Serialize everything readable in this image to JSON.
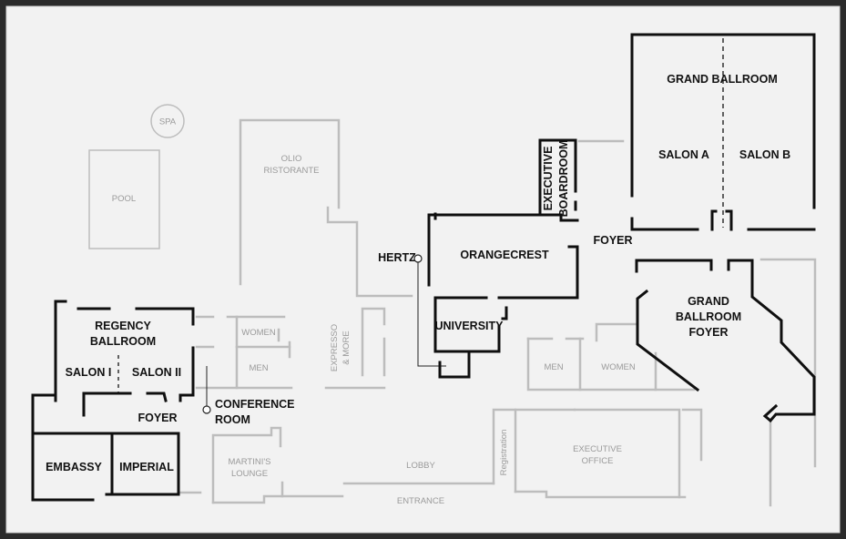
{
  "rooms": {
    "grand_ballroom": "GRAND BALLROOM",
    "salon_a": "SALON A",
    "salon_b": "SALON B",
    "executive": "EXECUTIVE",
    "boardroom": "BOARDROOM",
    "foyer_main": "FOYER",
    "orangecrest": "ORANGECREST",
    "hertz": "HERTZ",
    "university": "UNIVERSITY",
    "grand_ballroom_foyer_1": "GRAND",
    "grand_ballroom_foyer_2": "BALLROOM",
    "grand_ballroom_foyer_3": "FOYER",
    "regency_1": "REGENCY",
    "regency_2": "BALLROOM",
    "salon_i": "SALON I",
    "salon_ii": "SALON II",
    "foyer_west": "FOYER",
    "conference_1": "CONFERENCE",
    "conference_2": "ROOM",
    "embassy": "EMBASSY",
    "imperial": "IMPERIAL"
  },
  "amenities": {
    "spa": "SPA",
    "pool": "POOL",
    "olio_1": "OLIO",
    "olio_2": "RISTORANTE",
    "women_west": "WOMEN",
    "men_west": "MEN",
    "expresso_1": "EXPRESSO",
    "expresso_2": "& MORE",
    "men_east": "MEN",
    "women_east": "WOMEN",
    "martinis_1": "MARTINI'S",
    "martinis_2": "LOUNGE",
    "lobby": "LOBBY",
    "entrance": "ENTRANCE",
    "registration": "Registration",
    "exec_office_1": "EXECUTIVE",
    "exec_office_2": "OFFICE"
  },
  "colors": {
    "frame": "#2b2b2b",
    "paper": "#f2f2f2",
    "meeting_walls": "#0f0f0f",
    "amenity_walls": "#bdbdbd"
  }
}
